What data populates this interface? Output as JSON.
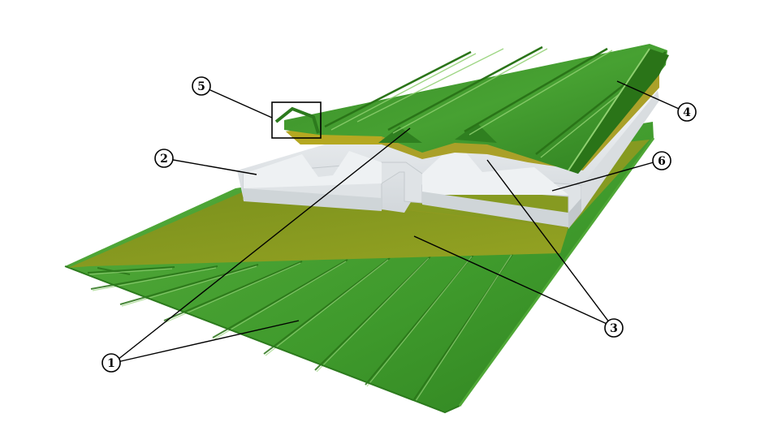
{
  "diagram": {
    "callouts": [
      {
        "id": "1",
        "label": "1"
      },
      {
        "id": "2",
        "label": "2"
      },
      {
        "id": "3",
        "label": "3"
      },
      {
        "id": "4",
        "label": "4"
      },
      {
        "id": "5",
        "label": "5"
      },
      {
        "id": "6",
        "label": "6"
      }
    ]
  },
  "colors": {
    "sheet_green": "#3f9a2c",
    "sheet_green_light": "#5cb443",
    "sheet_green_dark": "#2c7a1d",
    "rib_highlight": "#9ad47e",
    "adhesive_olive": "#7a8a1c",
    "adhesive_yellow": "#b5a821",
    "foam_white": "#e9edf0",
    "foam_shadow": "#c2c8cc",
    "leader_line": "#000000"
  }
}
